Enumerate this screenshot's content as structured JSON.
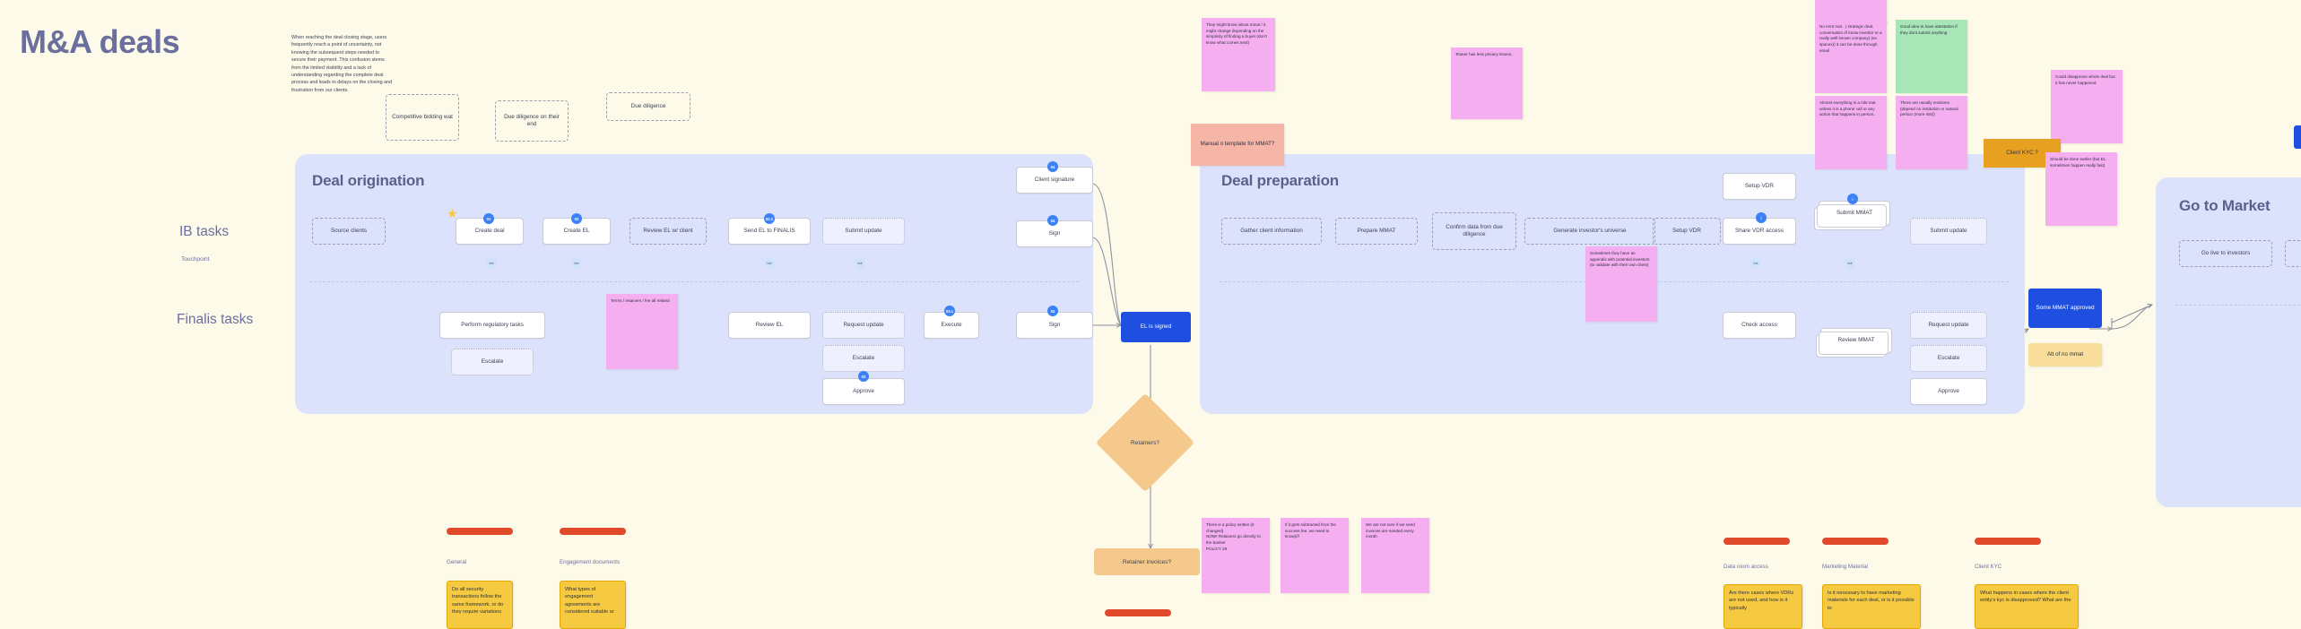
{
  "page": {
    "title": "M&A deals",
    "intro": "When reaching the deal closing stage, users frequently reach a point of uncertainty, not knowing the subsequent steps needed to secure their payment. This confusion stems from the limited visibility and a lack of understanding regarding the complete deal process and leads to delays on the closing and frustration from our clients.",
    "background_color": "#FDFAE9",
    "accent_color": "#6b6f9e"
  },
  "lanes": {
    "ib_tasks": "IB tasks",
    "touchpoint": "Touchpoint",
    "finalis_tasks": "Finalis tasks"
  },
  "top_dashed_boxes": [
    {
      "label": "Competitive bidding wat"
    },
    {
      "label": "Due diligence on their end"
    },
    {
      "label": "Due diligence"
    }
  ],
  "phases": [
    {
      "title": "Deal origination",
      "nodes": [
        {
          "label": "Source clients",
          "style": "dashed",
          "lane": "ib"
        },
        {
          "label": "Create deal",
          "style": "solid",
          "lane": "ib",
          "badge": "01",
          "star": true
        },
        {
          "label": "Create EL",
          "style": "solid",
          "lane": "ib",
          "badge": "02"
        },
        {
          "label": "Review EL w/ client",
          "style": "dashed",
          "lane": "ib"
        },
        {
          "label": "Send EL to FINALIS",
          "style": "solid",
          "lane": "ib",
          "badge": "02.1"
        },
        {
          "label": "Submit update",
          "style": "dotted",
          "lane": "ib"
        },
        {
          "label": "Client signature",
          "style": "solid",
          "lane": "ib",
          "badge": "04"
        },
        {
          "label": "Sign",
          "style": "solid",
          "lane": "ib",
          "badge": "04"
        },
        {
          "label": "Perform regulatory tasks",
          "style": "solid",
          "lane": "finalis"
        },
        {
          "label": "Escalate",
          "style": "dotted",
          "lane": "finalis"
        },
        {
          "label": "Review EL",
          "style": "solid",
          "lane": "finalis"
        },
        {
          "label": "Request update",
          "style": "dotted",
          "lane": "finalis"
        },
        {
          "label": "Escalate",
          "style": "dotted",
          "lane": "finalis"
        },
        {
          "label": "Approve",
          "style": "solid",
          "lane": "finalis",
          "badge": "03"
        },
        {
          "label": "Execute",
          "style": "solid",
          "lane": "finalis",
          "badge": "03.1"
        },
        {
          "label": "Sign",
          "style": "solid",
          "lane": "finalis",
          "badge": "04"
        }
      ],
      "bot_badges": 4
    },
    {
      "title": "Deal preparation",
      "nodes": [
        {
          "label": "Gather client information",
          "style": "dashed",
          "lane": "ib"
        },
        {
          "label": "Prepare MMAT",
          "style": "dashed",
          "lane": "ib"
        },
        {
          "label": "Confirm data from due diligence",
          "style": "dashed",
          "lane": "ib"
        },
        {
          "label": "Generate investor's universe",
          "style": "dashed",
          "lane": "ib"
        },
        {
          "label": "Setup VDR",
          "style": "dashed",
          "lane": "ib"
        },
        {
          "label": "Setup VDR",
          "style": "solid",
          "lane": "ib"
        },
        {
          "label": "Share VDR access",
          "style": "solid",
          "lane": "ib",
          "badge": "i"
        },
        {
          "label": "Submit MMAT",
          "style": "solid",
          "lane": "ib",
          "badge": "i"
        },
        {
          "label": "Submit update",
          "style": "dotted",
          "lane": "ib"
        },
        {
          "label": "Check access",
          "style": "solid",
          "lane": "finalis"
        },
        {
          "label": "Review MMAT",
          "style": "solid",
          "lane": "finalis"
        },
        {
          "label": "Request update",
          "style": "dotted",
          "lane": "finalis"
        },
        {
          "label": "Escalate",
          "style": "dotted",
          "lane": "finalis"
        },
        {
          "label": "Approve",
          "style": "solid",
          "lane": "finalis"
        }
      ]
    },
    {
      "title": "Go to Market",
      "nodes": [
        {
          "label": "Go live to investors",
          "style": "dashed",
          "lane": "ib"
        }
      ]
    }
  ],
  "milestones": [
    {
      "label": "EL is signed",
      "color": "#1f4fe0"
    },
    {
      "label": "Some MMAT approved",
      "color": "#1f4fe0"
    },
    {
      "label": "Att of no mmat",
      "color": "#F9DE9B"
    }
  ],
  "decisions": [
    {
      "label": "Retainers?",
      "shape": "diamond"
    },
    {
      "label": "Retainer invoices?",
      "shape": "pill"
    }
  ],
  "sticky_notes": [
    {
      "id": "n1",
      "color": "pink",
      "text": "They might know about mmat / it might change depending on the simplicity of finding a buyer (don't know what comes next)"
    },
    {
      "id": "n2",
      "color": "pink",
      "text": "Teaser has less privacy issues.."
    },
    {
      "id": "n3",
      "color": "salmon",
      "text": "Manual o template for MMAT?",
      "center": true
    },
    {
      "id": "n4",
      "color": "pink",
      "text": "No mmt mat . ( strategic deal, conversation /// know investor or a really well known company) (ex. spacex)) it can be done through email"
    },
    {
      "id": "n5",
      "color": "green",
      "text": "Good idea to have attestation if they dont submit anything"
    },
    {
      "id": "n6",
      "color": "pink",
      "text": "Almost everything is a mkt mat unless it is a phone call or any action that happens in person.."
    },
    {
      "id": "n7",
      "color": "pink",
      "text": "There are usually revisions (depend on institution or natural person (more risk))"
    },
    {
      "id": "n8",
      "color": "pink",
      "text": "Could disapprove whole deal but it has never happened"
    },
    {
      "id": "n9",
      "color": "orange",
      "text": "Client KYC ?",
      "center": true
    },
    {
      "id": "n10",
      "color": "pink",
      "text": "Should be done earlier (but EL sometimes happen really fast)"
    },
    {
      "id": "n11",
      "color": "pink",
      "text": "Terms / retainers / fee all related"
    },
    {
      "id": "n12",
      "color": "pink",
      "text": "Sometimes they have an appendix with potential investors (to validate with their own client)"
    },
    {
      "id": "n13",
      "color": "pink",
      "text": "There is a policy written (it changed)\nNOW! Retainers go directly to the banker\nPOLICY 29"
    },
    {
      "id": "n14",
      "color": "pink",
      "text": "If it gets subtracted from the success fee, we need to know)///"
    },
    {
      "id": "n15",
      "color": "pink",
      "text": "We are not sure if we need invoices are needed every month"
    }
  ],
  "question_groups": [
    {
      "label": "General",
      "note": "Do all security transactions follow the same framework, or do they require variations"
    },
    {
      "label": "Engagement documents",
      "note": "What types of engagement agreements are considered suitable or"
    },
    {
      "label": "Data room access",
      "note": "Are there cases where VDRs are not used, and how is it typically"
    },
    {
      "label": "Marketing Material",
      "note": "Is it necessary to have marketing materials for each deal, or is it possible to"
    },
    {
      "label": "Client KYC",
      "note": "What happens in cases where the client entity's kyc is disapproved? What are the"
    }
  ],
  "icons": {
    "star": "★",
    "bot": "bot"
  }
}
